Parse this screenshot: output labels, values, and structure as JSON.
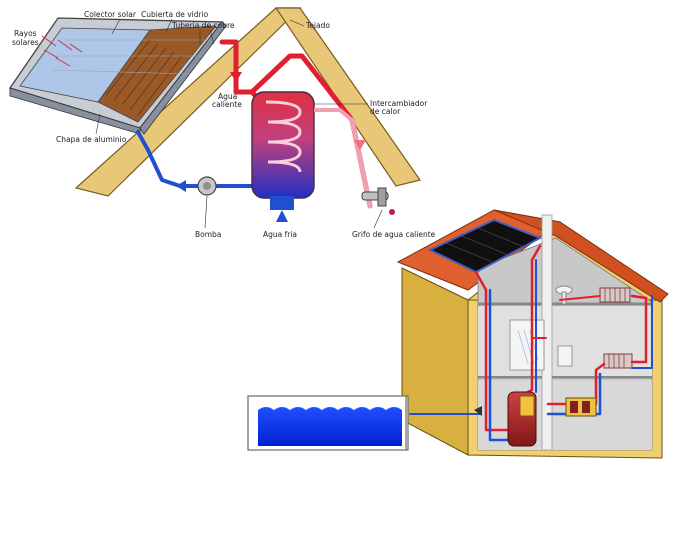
{
  "top_diagram": {
    "labels": {
      "rayos_1": "Rayos",
      "rayos_2": "solares",
      "colector": "Colector solar",
      "cubierta": "Cubierta de vidrio",
      "tuberia": "Tubería de cobre",
      "tejado": "Tejado",
      "agua_caliente_1": "Agua",
      "agua_caliente_2": "caliente",
      "intercambiador_1": "Intercambiador",
      "intercambiador_2": "de calor",
      "chapa": "Chapa de aluminio",
      "bomba": "Bomba",
      "agua_fria": "Agua fria",
      "grifo": "Grifo de agua caliente"
    }
  },
  "colors": {
    "hot_pipe": "#e02030",
    "hot_light": "#f0a0b0",
    "cold_pipe": "#2050d0",
    "roof": "#e8c878",
    "house_wall": "#f0d070",
    "roof_tile": "#e06030",
    "water": "#0030ff"
  },
  "icons": [
    "solar-collector-icon",
    "sun-ray-icon",
    "pump-icon",
    "faucet-icon",
    "heat-exchanger-icon",
    "solar-panel-icon",
    "radiator-icon",
    "shower-icon",
    "sink-icon",
    "boiler-icon",
    "water-tank-icon"
  ]
}
